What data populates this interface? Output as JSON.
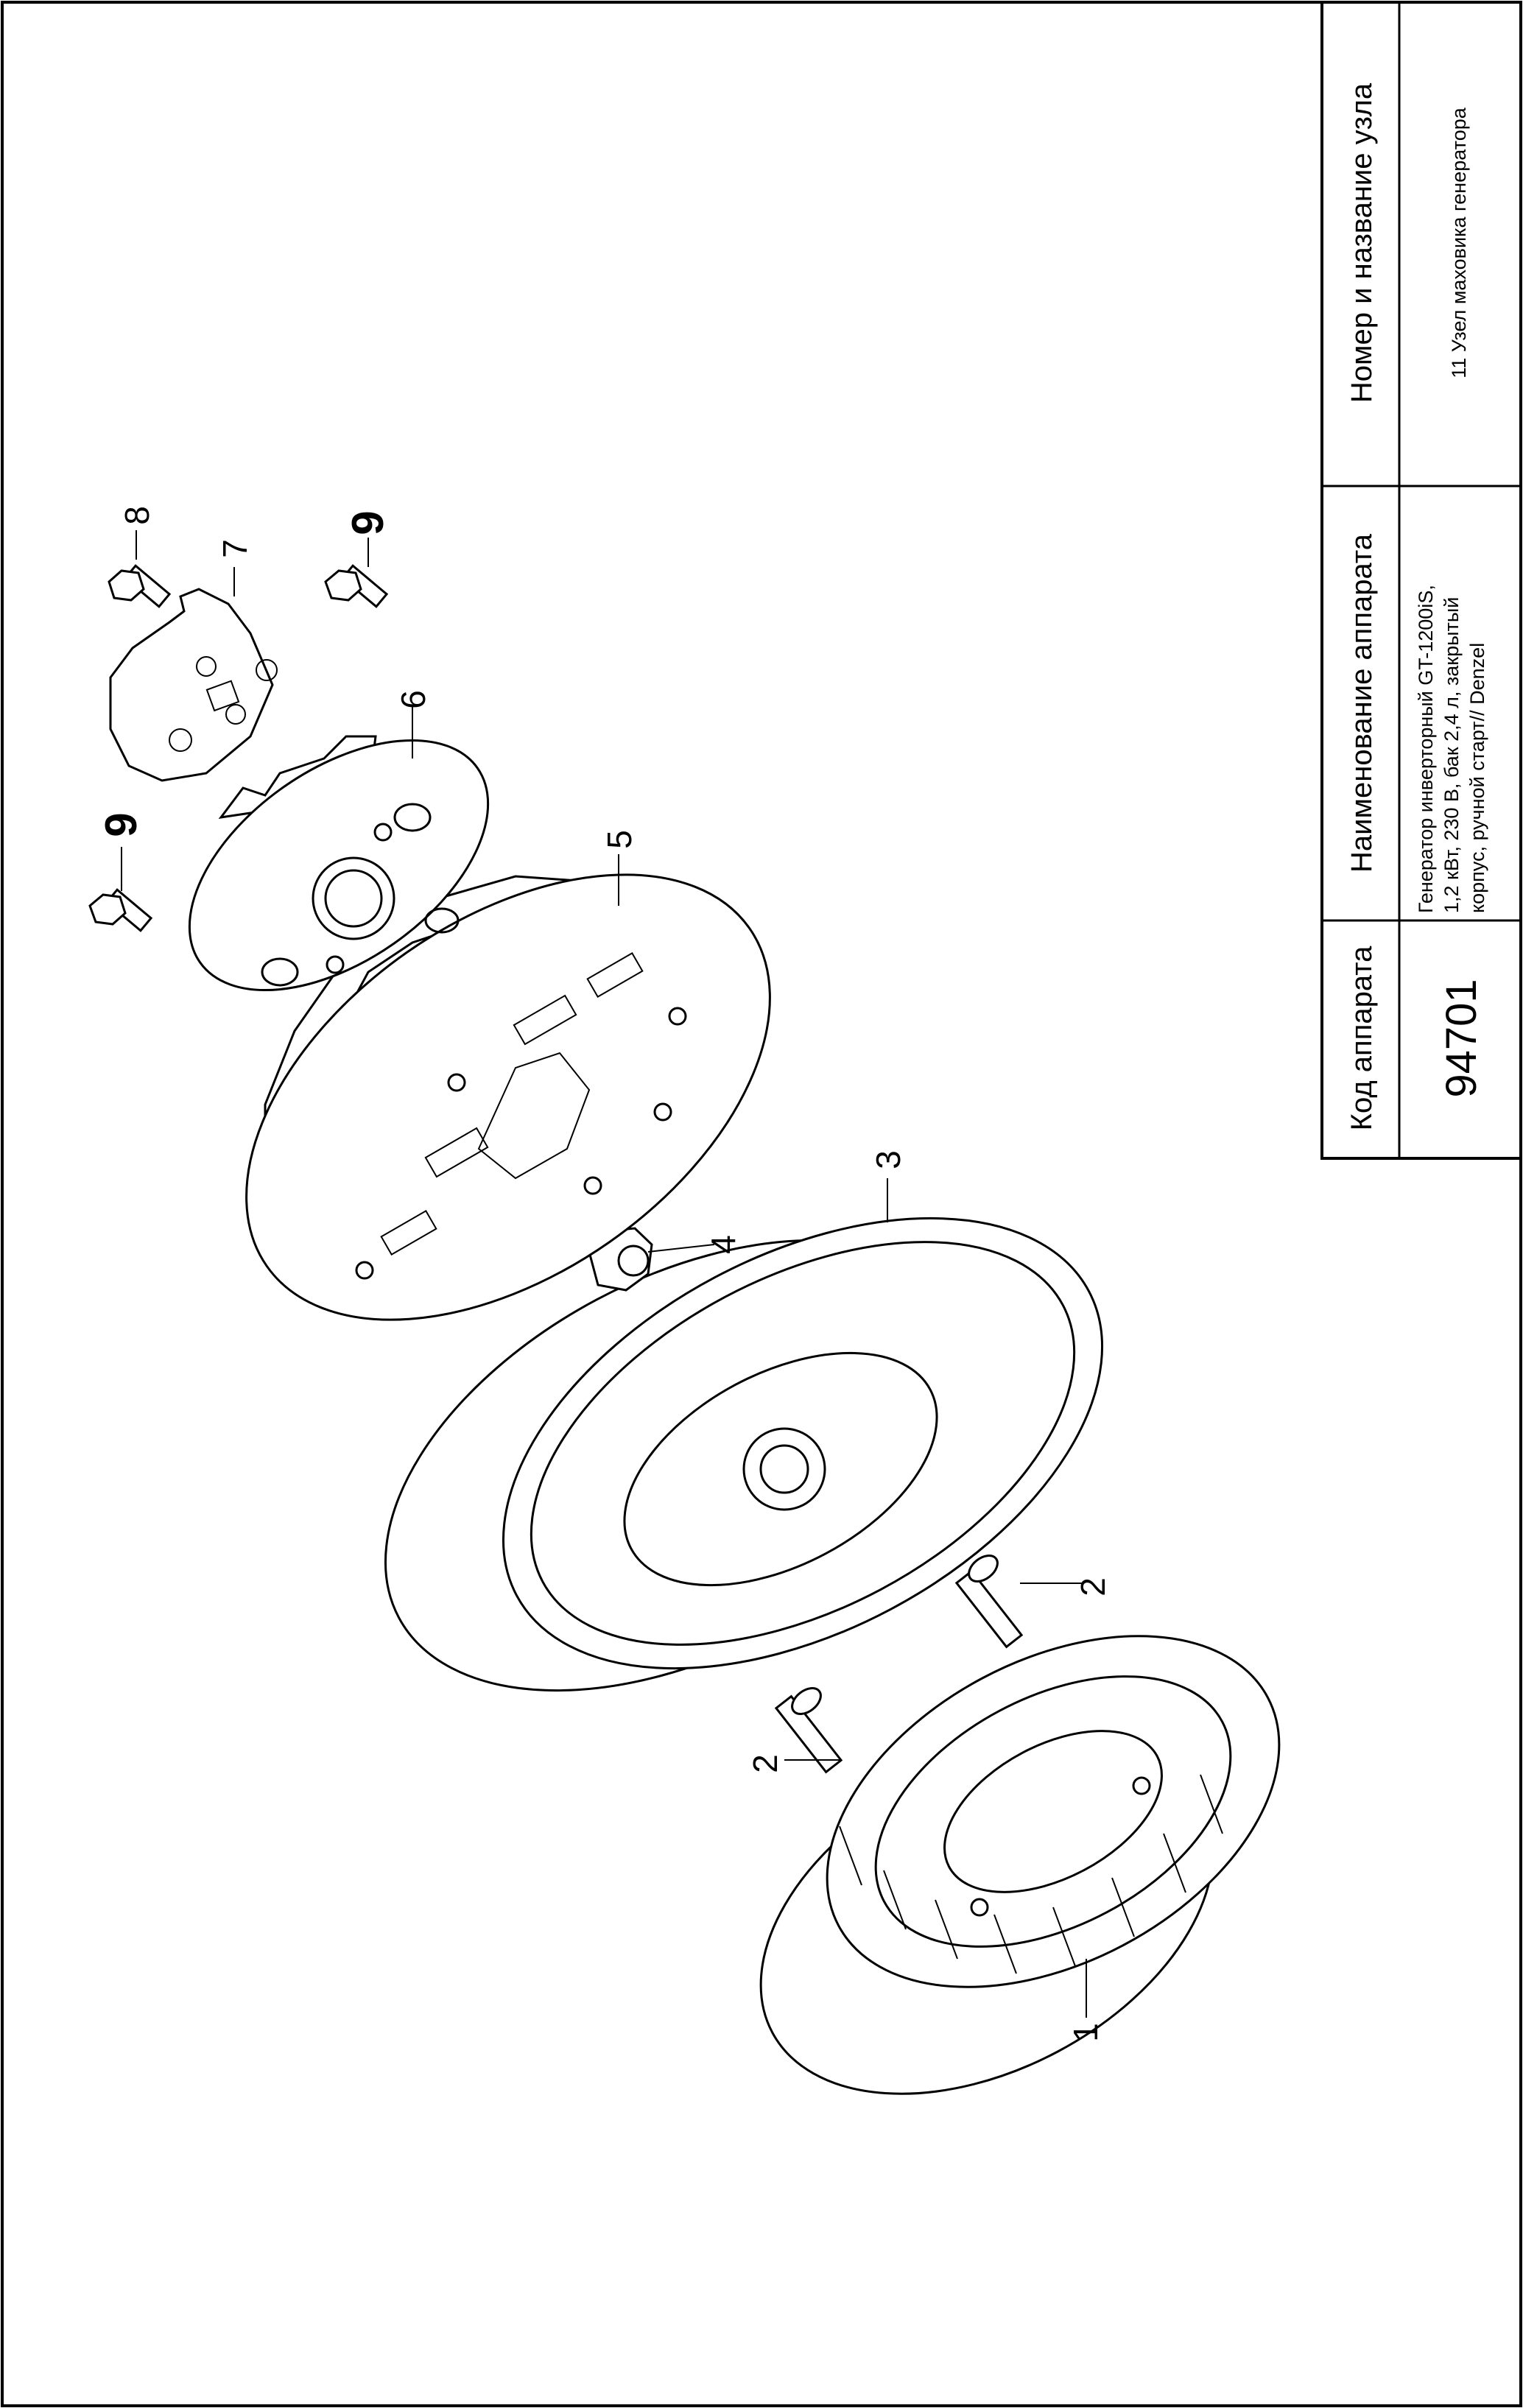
{
  "title_block": {
    "col_code_header": "Код аппарата",
    "col_name_header": "Наименование аппарата",
    "col_unit_header": "Номер и название узла",
    "code": "94701",
    "name_lines": [
      "Генератор инверторный GT-1200iS,",
      "1,2 кВт, 230 В, бак 2,4 л, закрытый",
      "корпус, ручной старт// Denzel"
    ],
    "unit": "11 Узел маховика генератора"
  },
  "callouts": {
    "c1": "1",
    "c2a": "2",
    "c2b": "2",
    "c3": "3",
    "c4": "4",
    "c5": "5",
    "c6": "6",
    "c7": "7",
    "c8": "8",
    "c9a": "9",
    "c9b": "9"
  }
}
